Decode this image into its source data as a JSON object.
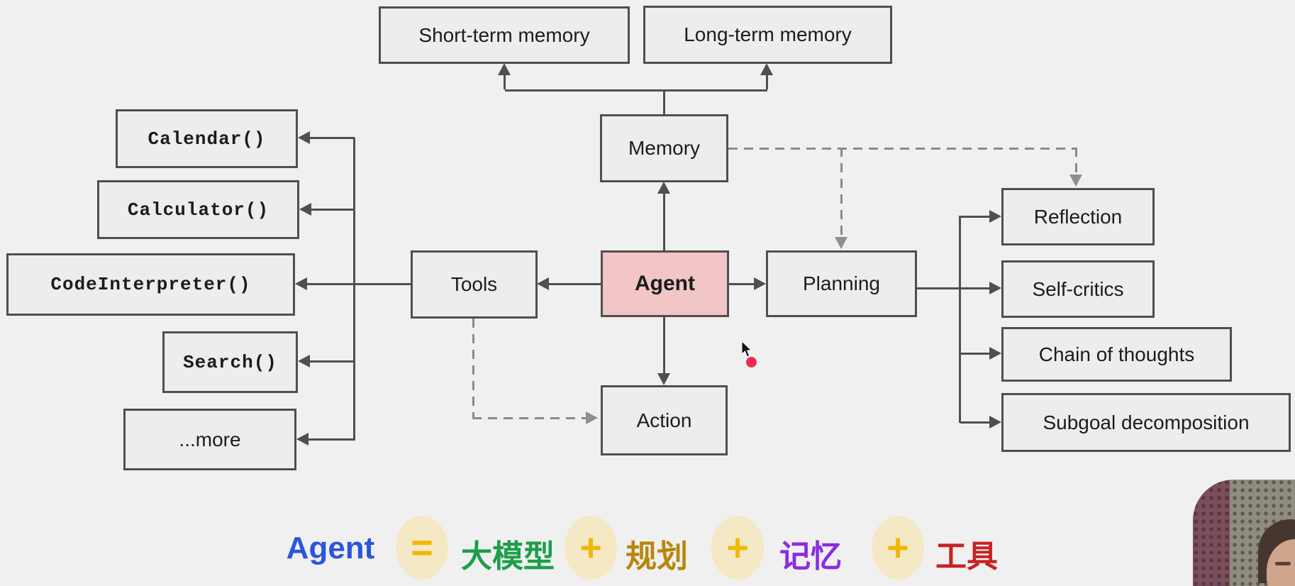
{
  "diagram": {
    "nodes": {
      "short_term": {
        "label": "Short-term memory"
      },
      "long_term": {
        "label": "Long-term memory"
      },
      "memory": {
        "label": "Memory"
      },
      "tools": {
        "label": "Tools"
      },
      "agent": {
        "label": "Agent"
      },
      "planning": {
        "label": "Planning"
      },
      "action": {
        "label": "Action"
      },
      "calendar": {
        "label": "Calendar()"
      },
      "calculator": {
        "label": "Calculator()"
      },
      "code_interpreter": {
        "label": "CodeInterpreter()"
      },
      "search": {
        "label": "Search()"
      },
      "more": {
        "label": "...more"
      },
      "reflection": {
        "label": "Reflection"
      },
      "self_critics": {
        "label": "Self-critics"
      },
      "chain_of_thoughts": {
        "label": "Chain of thoughts"
      },
      "subgoal_decomposition": {
        "label": "Subgoal decomposition"
      }
    },
    "colors": {
      "background": "#f0f0f1",
      "node_fill": "#ededed",
      "agent_fill": "#f2c5c7",
      "node_border": "#4f4f4f",
      "solid_line": "#4f4f4f",
      "dashed_line": "#8a8a8a",
      "red_dot": "#ed2b52"
    }
  },
  "formula": {
    "agent": "Agent",
    "equals": "=",
    "plus": "+",
    "llm": "大模型",
    "planning": "规划",
    "memory": "记忆",
    "tools": "工具",
    "colors": {
      "agent": "#2b55db",
      "llm": "#1e9e4a",
      "planning": "#b8860b",
      "memory": "#8a2be2",
      "tools": "#c62222",
      "operator": "#f2b705",
      "oval_fill": "#f5e8c4"
    }
  }
}
